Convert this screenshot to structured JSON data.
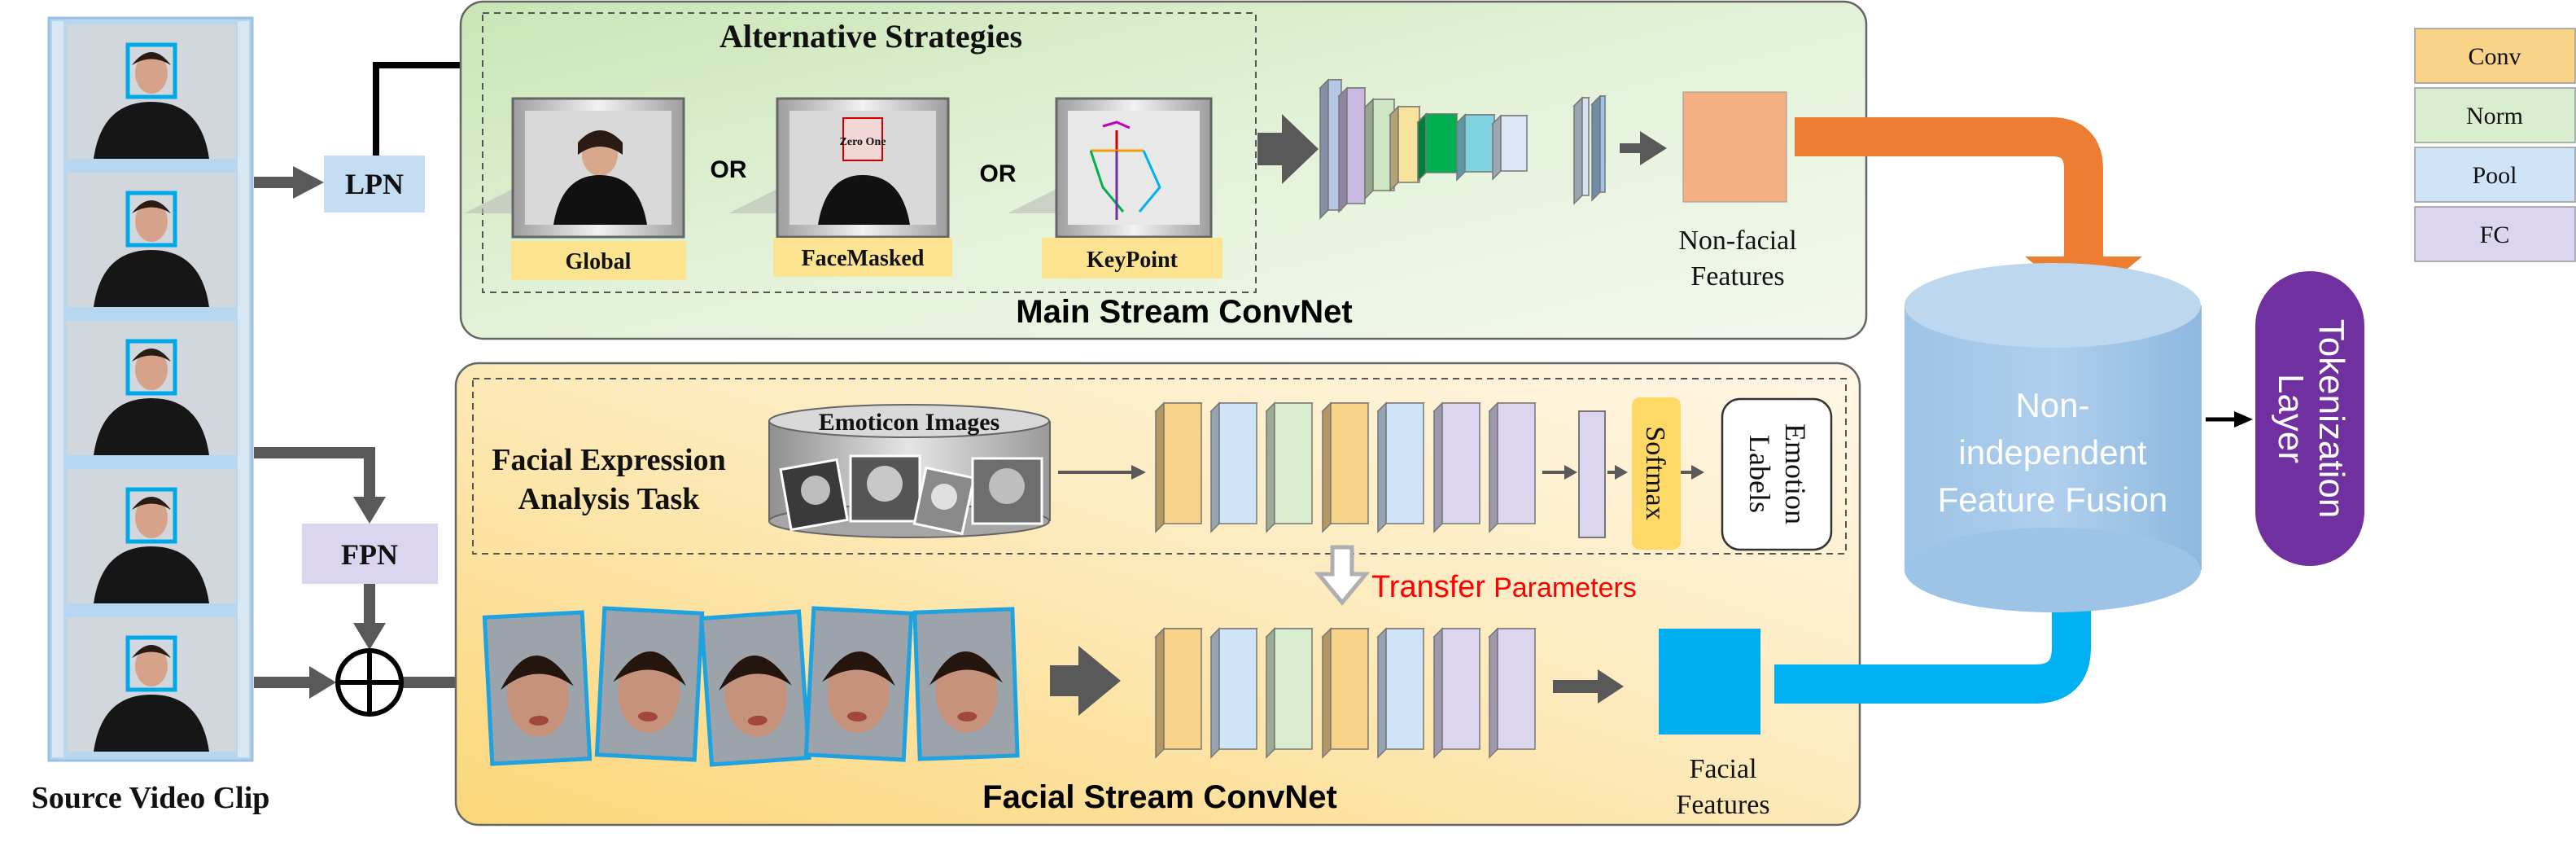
{
  "source": {
    "title": "Source Video Clip"
  },
  "lpn": {
    "label": "LPN"
  },
  "fpn": {
    "label": "FPN"
  },
  "main_stream": {
    "title": "Main Stream ConvNet",
    "strategies_title": "Alternative Strategies",
    "strategies": [
      "Global",
      "FaceMasked",
      "KeyPoint"
    ],
    "or_label": "OR",
    "mask_text": "Zero One",
    "output_label_line1": "Non-facial",
    "output_label_line2": "Features"
  },
  "facial_stream": {
    "title": "Facial Stream ConvNet",
    "task_line1": "Facial Expression",
    "task_line2": "Analysis Task",
    "emoticon_title": "Emoticon Images",
    "softmax_label": "Softmax",
    "emotion_line1": "Emotion",
    "emotion_line2": "Labels",
    "transfer_word": "Transfer",
    "transfer_rest": "Parameters",
    "output_label_line1": "Facial",
    "output_label_line2": "Features"
  },
  "fusion": {
    "line1": "Non-",
    "line2": "independent",
    "line3": "Feature Fusion"
  },
  "tokenization": {
    "line1": "Tokenization",
    "line2": "Layer"
  },
  "legend": [
    {
      "label": "Conv",
      "color": "#F9D387"
    },
    {
      "label": "Norm",
      "color": "#D9EECF"
    },
    {
      "label": "Pool",
      "color": "#CFE4F7"
    },
    {
      "label": "FC",
      "color": "#DCD5EF"
    }
  ],
  "colors": {
    "main_bg": "#DFF0D3",
    "facial_bg": "#FDEAB8",
    "lpn": "#C5DDF2",
    "fpn": "#DCD5F0",
    "nonfacial_feature": "#F4AF83",
    "facial_feature": "#00AEEF",
    "orange_arrow": "#ED7D31",
    "blue_arrow": "#00B0F0",
    "fusion": "#9DC3E6",
    "tokenization": "#7030A0",
    "transfer": "#FF0000"
  }
}
